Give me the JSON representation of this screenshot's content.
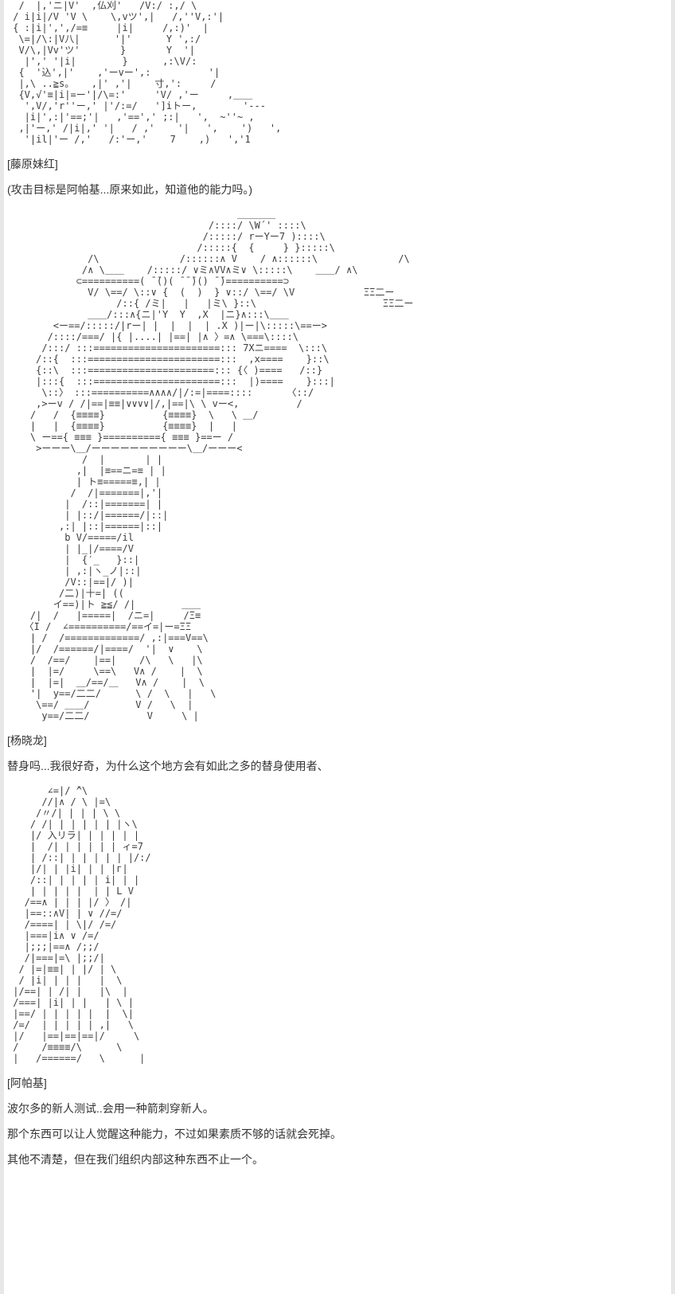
{
  "colors": {
    "page_background": "#ffffff",
    "text": "#333333",
    "ascii_art": "#3c3c3c",
    "side_gutter": "#e7e7e7"
  },
  "sections": [
    {
      "speaker": "[藤原妹红]",
      "dialogue": [
        "(攻击目标是阿帕基...原来如此，知道他的能力吗。)"
      ],
      "art": [
        "  /  |,'ニ|V'  ,仏刈'   /V:/ :,/ \\",
        " / i|i|/V 'V \\    \\,vツ',|   /,''V,:'|",
        " { :|i|',',/=≡     |i|     /,:)'  |",
        "  \\=|/\\:|V八|      '|'      Y ',:/",
        "  V/\\,|Vv'ツ'       }       Y  '|",
        "   |',' '|i|        }      ,:\\V/:",
        "  {  '込',|'    ,'ーvー',:          '|",
        "  |,\\ ..≧s。   ,|' ,'|    寸,':     /",
        "  {V,√'≡|i|=ー'|/\\=:'     'V/ ,'ー     ,＿＿",
        "   ',V/,'r''ー,' |'/:=/   ']iトー,        '---",
        "   |i|',:|'==;'|   ,'==',' ;:|   ',  ~''~ ,",
        "  ,|'ー,' /|i|,' '|   / ,'    '|   ',    ')   ',",
        "   '|il|'ー /,'   /:'ー,'    7    ,)   ','1"
      ]
    },
    {
      "speaker": "[杨晓龙]",
      "dialogue": [
        "替身吗...我很好奇，为什么这个地方会有如此之多的替身使用者、"
      ],
      "art_scene": [
        "                                        ＿＿＿＿",
        "                                   /::::/ \\W´' ::::\\",
        "                                  /:::::/ rーYー7 )::::\\",
        "                                 /:::::{  {     } }:::::\\",
        "              /\\              /::::::∧ V    / ∧::::::\\              /\\",
        "             /∧ \\＿＿    /:::::/ ∨ミ∧VV∧ミ∨ \\:::::\\    ＿＿/ ∧\\",
        "            ⊂==========( ̄ ̄()( ̄ ̄ ̄)() ̄ ̄)==========⊃",
        "              V/ \\==/ \\::∨ {  (  )  } ∨::/ \\==/ \\V            ΞΞ二ー",
        "                   /::{ /ミ|   |   |ミ\\ }::\\                      ΞΞ二ー",
        "              ＿＿/:::∧{ニ|'Y  Y  ,X  |ニ}∧:::\\＿＿",
        "        <ー==/:::::/|rー| |  |  |  | .X )|ー|\\:::::\\==ー>",
        "       /::::/===/ |{ |....| |==| |∧ 〉=∧ \\===\\::::\\",
        "      /:::/ :::======================::: 7Xニ====  \\:::\\",
        "     /::{  :::=======================:::  ,x====    }::\\",
        "     {::\\  :::======================::: {〈 )====   /::}",
        "     |:::{  :::======================:::  |)====    }:::|",
        "      \\::〉 :::==========∧∧∧∧/|/:=|====::::      〈::/",
        "     ,>ーv / /|==|≡≡|∨∨∨∨|/,|==|\\ \\ vー<,          /",
        "    /   /  {≡≡≡≡}          {≡≡≡≡}  \\   \\ ＿/",
        "    |   |  {≡≡≡≡}          {≡≡≡≡}  |   |",
        "    \\ ー=={ ≡≡≡ }=========={ ≡≡≡ }==ー /",
        "     >ーーー\\＿/ーーーーーーーーーー\\＿/ーーー<"
      ],
      "art": [
        "             /  |       | |",
        "            ,|  |≡==ニ=≡ | |",
        "            | ト≡=====≡,| |",
        "           /  /|=======|,'|",
        "          |  /::|=======| |",
        "          | |::/|======/|::|",
        "         ,:| |::|======|::|",
        "          b V/=====/il",
        "          | |_|/====/V",
        "          |  {′_   }::|",
        "          | ,:|ヽ_ノ|::|",
        "          /V::|==|/ )|",
        "         /二)|十=| ((",
        "        イ==)|ト ≧≦/ /|        ＿＿",
        "    /|  /   |=====|  /ニ=|     /Ξ≡",
        "   〈I /  ∠==========/==イ=|ー=ΞΞ",
        "    | /  /=============/ ,:|===V==\\",
        "    |/  /======/|====/  '|  ∨    \\",
        "    /  /==/    |==|    /\\   \\   |\\",
        "    |  |=/     \\==\\   V∧ /    |  \\",
        "    |  |=|  ＿/==/＿   V∧ /    |  \\",
        "    '|  y==/二二/      \\ /  \\   |   \\",
        "     \\==/ ＿＿/        V /   \\  |",
        "      y==/二二/          V     \\ |"
      ]
    },
    {
      "speaker": "[阿帕基]",
      "dialogue": [
        "波尔多的新人测试..会用一种箭刺穿新人。",
        "那个东西可以让人觉醒这种能力，不过如果素质不够的话就会死掉。",
        "其他不清楚，但在我们组织内部这种东西不止一个。"
      ],
      "art": [
        "       ∠=|/ ̄^\\",
        "      //|∧ / \\ |=\\",
        "     /〃/| | | | \\ \\",
        "    / /| | | | | | |ヽ\\",
        "    |/ 入リラ| | | | | |",
        "    |  /| | | | | | ィ=7",
        "    | /::| | | | | | |/:/",
        "    |/| | |i| | | |г|",
        "    /::| | | | | i| | |",
        "    | | | | |  | | L V",
        "   /==∧ | | | |/ 〉 /|",
        "   |==::∧V| | ∨ //=/",
        "   /====| | \\|/ /=/",
        "   |===|i∧ ∨ /=/",
        "   |;;;|==∧ /;;/",
        "   /|===|=\\ |;;/|",
        "  / |=|≡≡| | |/ | \\",
        "  / |i| | | |   |  \\",
        " |/==| | /| |   |\\  |",
        " /===| |i| | |   | \\ |",
        " |==/ | | | | |  |  \\|",
        " /=/  | | | | | ,|   \\",
        " |/   |==|==|==|/     \\",
        " /    /≡≡≡≡/\\      \\",
        " |   /======/   \\      |"
      ]
    }
  ]
}
